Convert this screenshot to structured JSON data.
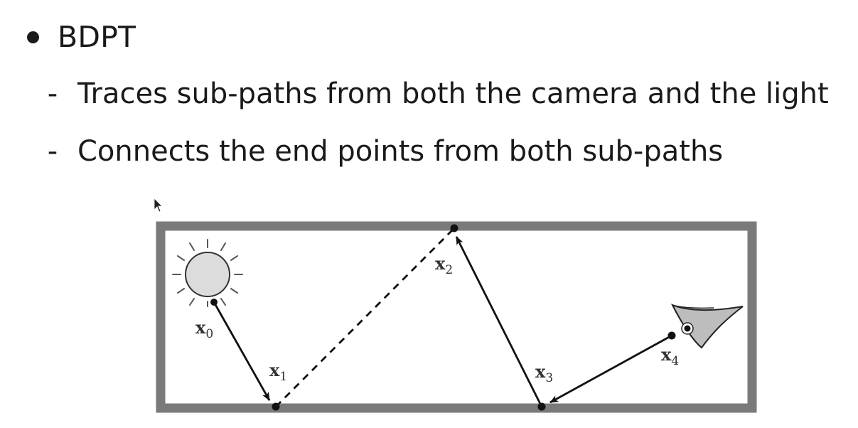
{
  "slide": {
    "bullet": "BDPT",
    "sub_bullets": [
      {
        "dash": "-",
        "text": "Traces sub-paths from both the camera and the light"
      },
      {
        "dash": "-",
        "text": "Connects the end points from both sub-paths"
      }
    ]
  },
  "diagram": {
    "vertices": [
      {
        "base": "x",
        "sub": "0"
      },
      {
        "base": "x",
        "sub": "1"
      },
      {
        "base": "x",
        "sub": "2"
      },
      {
        "base": "x",
        "sub": "3"
      },
      {
        "base": "x",
        "sub": "4"
      }
    ],
    "icons": {
      "light": "sun-icon",
      "camera": "eye-icon",
      "pointer": "mouse-cursor-icon"
    },
    "colors": {
      "frame": "#7a7a7a",
      "light_fill": "#dcdcdc",
      "eye_fill": "#bdbdbd",
      "path": "#111111"
    }
  }
}
